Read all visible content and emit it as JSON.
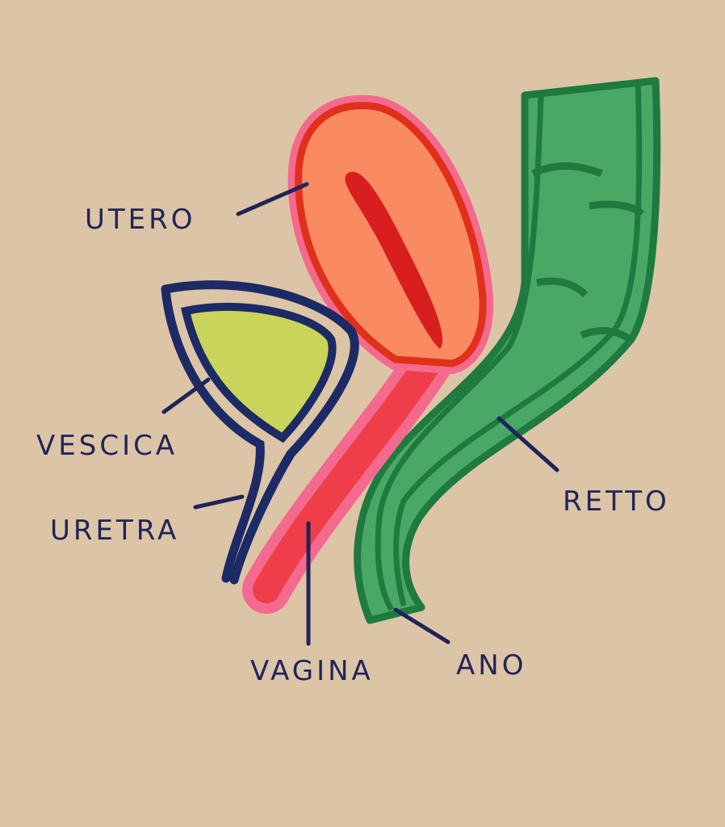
{
  "diagram": {
    "labels": {
      "utero": "UTERO",
      "vescica": "VESCICA",
      "uretra": "URETRA",
      "vagina": "VAGINA",
      "ano": "ANO",
      "retto": "RETTO"
    },
    "colors": {
      "paper": "#dcc4a6",
      "ink": "#1f2459",
      "uterus_fill": "#fa8a62",
      "uterus_outline": "#e0301c",
      "pink_outline": "#f46a8e",
      "bladder_fill": "#c9d45a",
      "bladder_outline": "#1c2a66",
      "rectum_fill": "#4aa866",
      "rectum_outline": "#1e7a3e"
    }
  }
}
